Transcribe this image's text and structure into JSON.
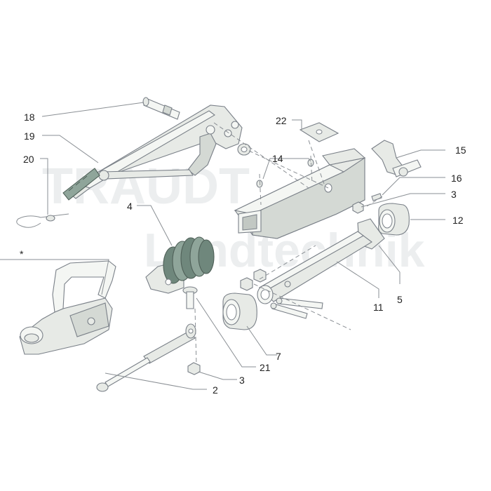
{
  "watermark": {
    "line1": "TRAUDT",
    "line2": "Landtechnik"
  },
  "labels": {
    "asterisk": "*",
    "p2": "2",
    "p3a": "3",
    "p3b": "3",
    "p4": "4",
    "p5": "5",
    "p7": "7",
    "p11": "11",
    "p12": "12",
    "p14": "14",
    "p15": "15",
    "p16": "16",
    "p18": "18",
    "p19": "19",
    "p20": "20",
    "p21": "21",
    "p22": "22"
  },
  "colors": {
    "part_fill": "#e7eae6",
    "part_stroke": "#7a8088",
    "bellows": "#8fa59a",
    "leader": "#8a8f94"
  }
}
